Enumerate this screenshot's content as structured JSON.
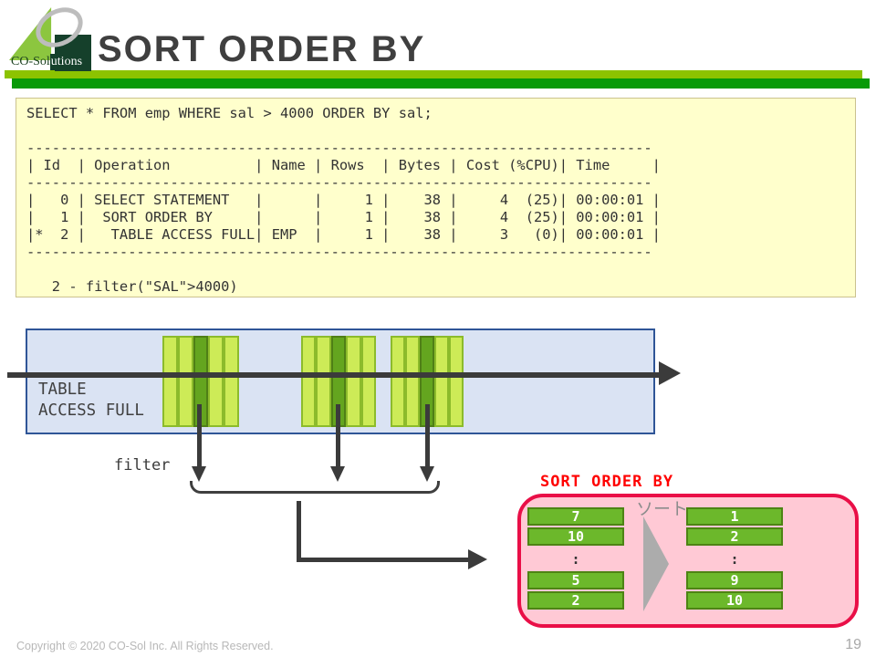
{
  "header": {
    "title": "SORT ORDER BY",
    "logo": {
      "text_left": "CO-Sol",
      "text_right": "utions"
    }
  },
  "code_block": {
    "lines": [
      "SELECT * FROM emp WHERE sal > 4000 ORDER BY sal;",
      "",
      "--------------------------------------------------------------------------",
      "| Id  | Operation          | Name | Rows  | Bytes | Cost (%CPU)| Time     |",
      "--------------------------------------------------------------------------",
      "|   0 | SELECT STATEMENT   |      |     1 |    38 |     4  (25)| 00:00:01 |",
      "|   1 |  SORT ORDER BY     |      |     1 |    38 |     4  (25)| 00:00:01 |",
      "|*  2 |   TABLE ACCESS FULL| EMP  |     1 |    38 |     3   (0)| 00:00:01 |",
      "--------------------------------------------------------------------------",
      "",
      "   2 - filter(\"SAL\">4000)"
    ]
  },
  "diagram": {
    "table_access_label": "TABLE\nACCESS FULL",
    "filter_label": "filter",
    "sort_label": "SORT ORDER BY",
    "sort_note": "ソート",
    "unsorted_values": [
      "7",
      "10",
      ":",
      "5",
      "2"
    ],
    "sorted_values": [
      "1",
      "2",
      ":",
      "9",
      "10"
    ]
  },
  "footer": {
    "copyright": "Copyright © 2020 CO-Sol Inc. All Rights Reserved.",
    "page_number": "19"
  },
  "colors": {
    "header_bar_light": "#8CC300",
    "header_bar_dark": "#089A08",
    "code_bg": "#FFFFCC",
    "taf_box_bg": "#DAE3F3",
    "taf_box_border": "#2F5597",
    "stripe_light": "#CDEB57",
    "stripe_dark": "#64A51F",
    "arrow": "#3B3B3B",
    "sort_box_bg": "#FFC9D5",
    "sort_box_border": "#E90F47",
    "sort_bar_green": "#6CB82B",
    "accent_red": "#FF0000"
  }
}
